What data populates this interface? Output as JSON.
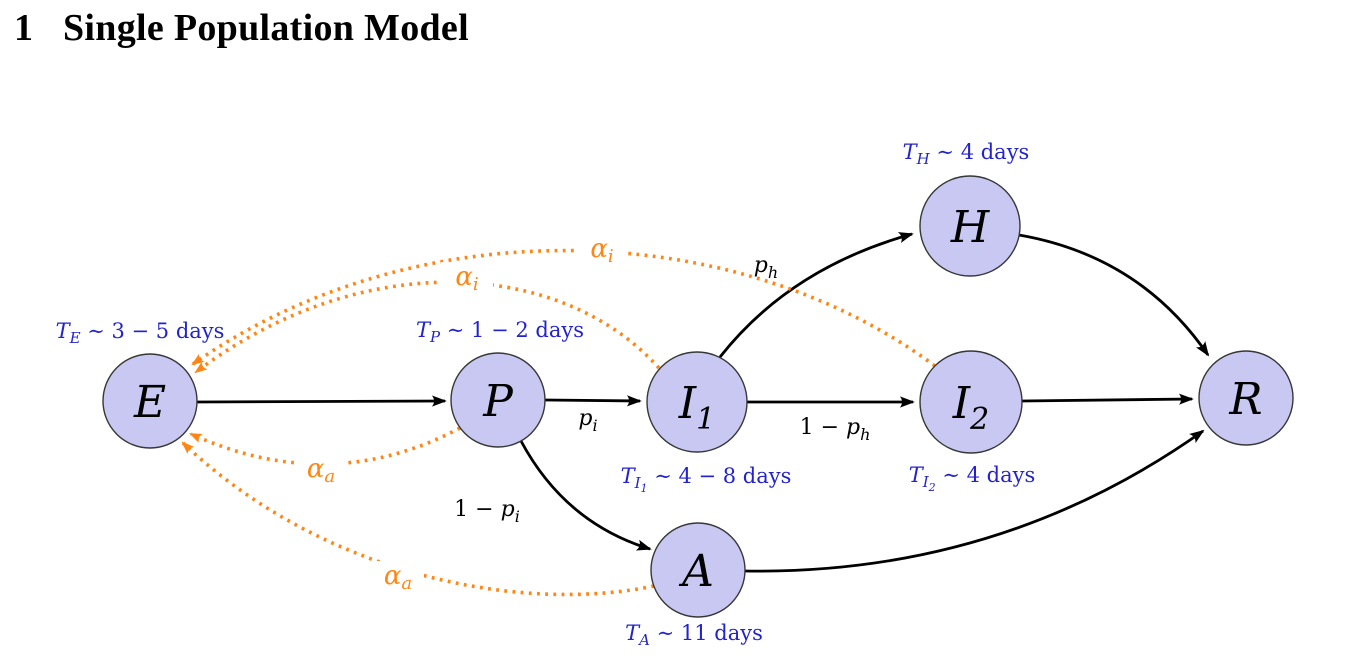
{
  "title": {
    "number": "1",
    "text": "Single Population Model"
  },
  "colors": {
    "node_fill": "#c8c8f2",
    "node_stroke": "#373737",
    "time_label_blue": "#2323cd",
    "contact_orange": "#ff8614",
    "edge_black": "#000000",
    "background": "#ffffff"
  },
  "nodes": {
    "E": {
      "label": "E",
      "sub": ""
    },
    "P": {
      "label": "P",
      "sub": ""
    },
    "I1": {
      "label": "I",
      "sub": "1"
    },
    "I2": {
      "label": "I",
      "sub": "2"
    },
    "H": {
      "label": "H",
      "sub": ""
    },
    "A": {
      "label": "A",
      "sub": ""
    },
    "R": {
      "label": "R",
      "sub": ""
    }
  },
  "time_labels": {
    "E": {
      "prefix": "T",
      "sub": "E",
      "rest": " ∼ 3 − 5 days"
    },
    "P": {
      "prefix": "T",
      "sub": "P",
      "rest": " ∼ 1 − 2 days"
    },
    "I1": {
      "prefix": "T",
      "sub": "I",
      "subsub": "1",
      "rest": " ∼ 4 − 8 days"
    },
    "I2": {
      "prefix": "T",
      "sub": "I",
      "subsub": "2",
      "rest": " ∼ 4 days"
    },
    "H": {
      "prefix": "T",
      "sub": "H",
      "rest": " ∼ 4 days"
    },
    "A": {
      "prefix": "T",
      "sub": "A",
      "rest": " ∼ 11 days"
    }
  },
  "edge_labels": {
    "p_i": {
      "pre": "",
      "main": "p",
      "sub": "i"
    },
    "p_h": {
      "pre": "",
      "main": "p",
      "sub": "h"
    },
    "one_minus_p_i": {
      "pre": "1 − ",
      "main": "p",
      "sub": "i"
    },
    "one_minus_p_h": {
      "pre": "1 − ",
      "main": "p",
      "sub": "h"
    }
  },
  "contact_labels": {
    "alpha_i_upper": {
      "main": "α",
      "sub": "i"
    },
    "alpha_i_lower": {
      "main": "α",
      "sub": "i"
    },
    "alpha_a_upper": {
      "main": "α",
      "sub": "a"
    },
    "alpha_a_lower": {
      "main": "α",
      "sub": "a"
    }
  }
}
